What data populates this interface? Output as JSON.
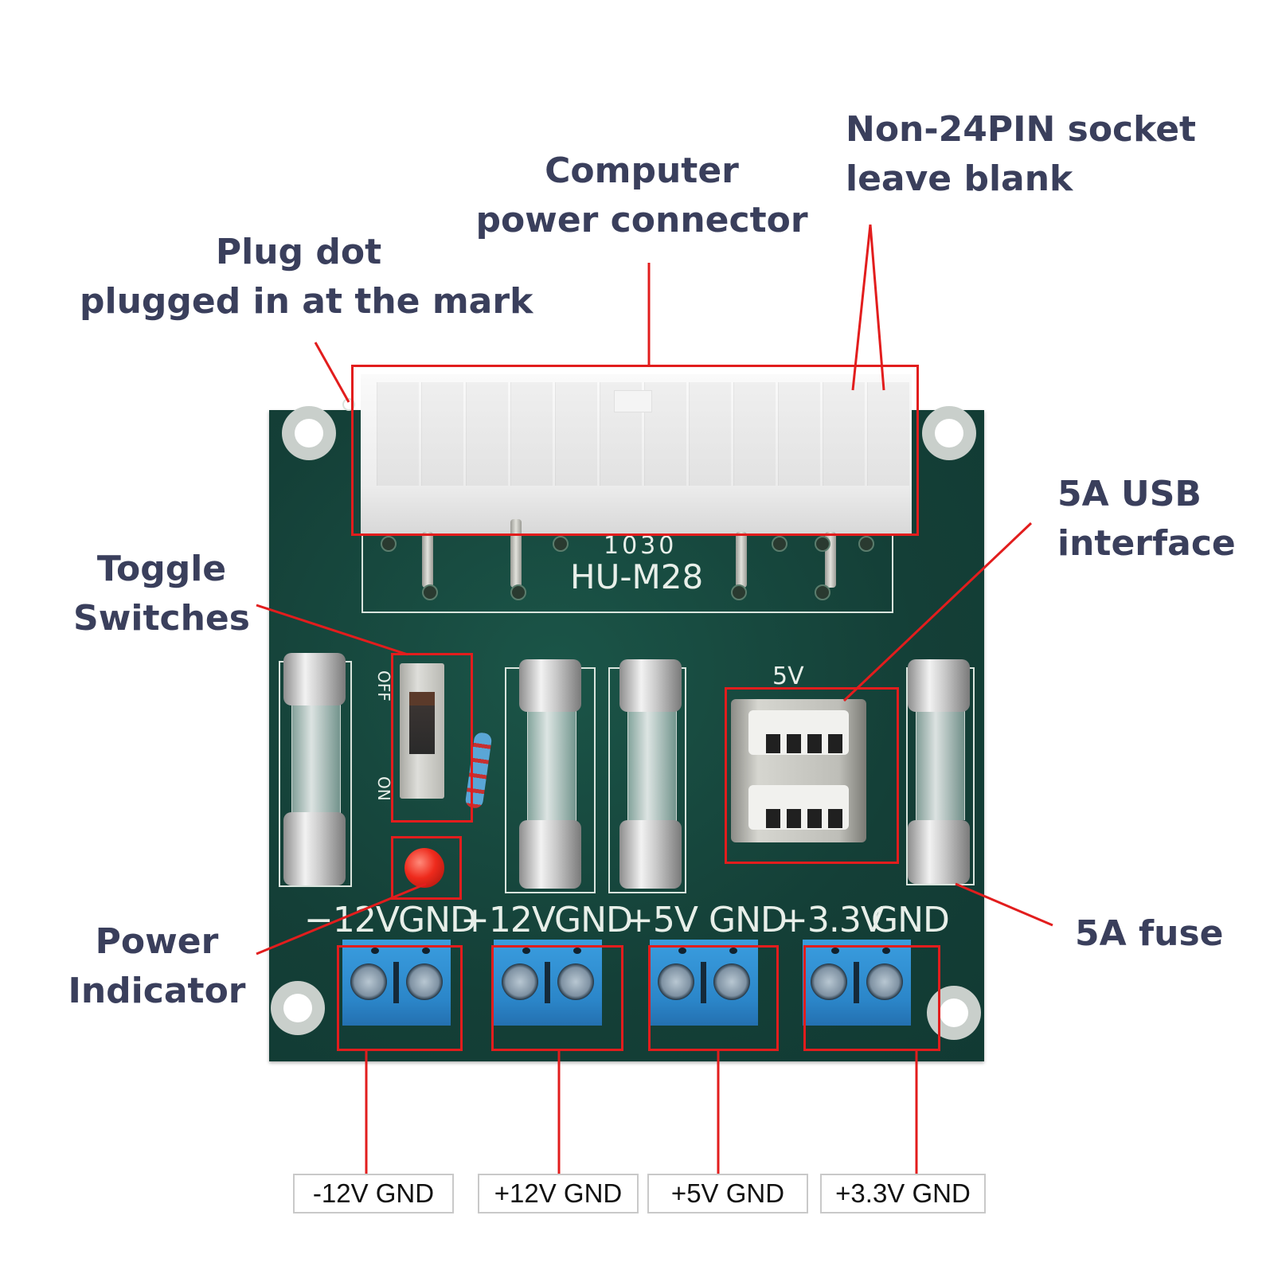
{
  "callouts": {
    "plug_dot": [
      "Plug dot",
      "plugged in at the mark"
    ],
    "computer_power": [
      "Computer",
      "power connector"
    ],
    "non24pin": [
      "Non-24PIN socket",
      "leave blank"
    ],
    "usb": [
      "5A USB",
      "interface"
    ],
    "toggle": [
      "Toggle",
      "Switches"
    ],
    "power_indicator": [
      "Power",
      "Indicator"
    ],
    "fuse": "5A fuse"
  },
  "board": {
    "code": "1030",
    "model": "HU-M28",
    "switch_off": "OFF",
    "switch_on": "ON",
    "usb_silk": "5V",
    "silk_labels": [
      "−12V",
      "GND",
      "+12V",
      "GND",
      "+5V",
      "GND",
      "+3.3V",
      "GND"
    ]
  },
  "output_labels": [
    "-12V GND",
    "+12V GND",
    "+5V GND",
    "+3.3V GND"
  ],
  "colors": {
    "annotation_red": "#e21d1d",
    "callout_text": "#3a3f5c",
    "pcb_green": "#16463d",
    "terminal_blue": "#2f8ed3"
  }
}
